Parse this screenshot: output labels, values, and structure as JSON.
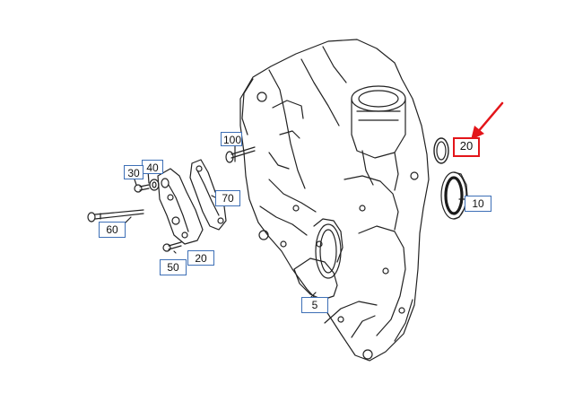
{
  "diagram": {
    "callouts": [
      {
        "id": "c100",
        "label": "100"
      },
      {
        "id": "c40",
        "label": "40"
      },
      {
        "id": "c30",
        "label": "30"
      },
      {
        "id": "c70",
        "label": "70"
      },
      {
        "id": "c60",
        "label": "60"
      },
      {
        "id": "c20a",
        "label": "20"
      },
      {
        "id": "c50",
        "label": "50"
      },
      {
        "id": "c5",
        "label": "5"
      },
      {
        "id": "c10",
        "label": "10"
      },
      {
        "id": "c20b",
        "label": "20"
      }
    ],
    "highlight_color": "#e3151a",
    "callout_border_color": "#3d6fb6",
    "line_color": "#222222"
  }
}
